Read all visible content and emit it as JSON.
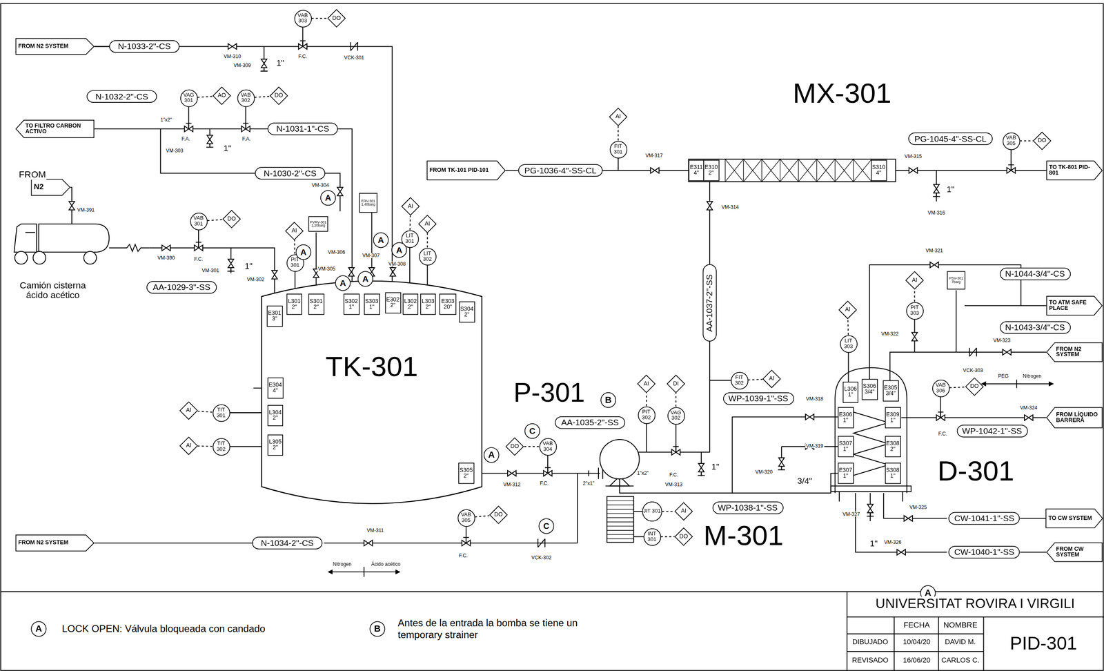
{
  "diagram": {
    "nodes": [
      {
        "text": [
          "FROM N2 SYSTEM"
        ]
      },
      {
        "text": [
          "TO FILTRO CARBON ACTIVO"
        ]
      },
      {
        "text": [
          "FROM TK-101 PID-101"
        ]
      },
      {
        "text": [
          "TO TK-801 PID-801"
        ]
      },
      {
        "text": [
          "TO ATM SAFE PLACE"
        ]
      },
      {
        "text": [
          "FROM N2 SYSTEM"
        ]
      },
      {
        "text": [
          "FROM LÍQUIDO BARRERA"
        ]
      },
      {
        "text": [
          "TO CW SYSTEM"
        ]
      },
      {
        "text": [
          "FROM CW SYSTEM"
        ]
      },
      {
        "text": [
          "FROM N2 SYSTEM"
        ]
      },
      {
        "text": [
          "N2"
        ]
      },
      {
        "text": [
          "N-1033-2\"-CS"
        ]
      },
      {
        "text": [
          "N-1032-2\"-CS"
        ]
      },
      {
        "text": [
          "N-1031-1\"-CS"
        ]
      },
      {
        "text": [
          "N-1030-2\"-CS"
        ]
      },
      {
        "text": [
          "AA-1029-3\"-SS"
        ]
      },
      {
        "text": [
          "PG-1036-4\"-SS-CL"
        ]
      },
      {
        "text": [
          "PG-1045-4\"-SS-CL"
        ]
      },
      {
        "text": [
          "N-1044-3/4\"-CS"
        ]
      },
      {
        "text": [
          "N-1043-3/4\"-CS"
        ]
      },
      {
        "text": [
          "WP-1039-1\"-SS"
        ]
      },
      {
        "text": [
          "WP-1042-1\"-SS"
        ]
      },
      {
        "text": [
          "AA-1035-2\"-SS"
        ]
      },
      {
        "text": [
          "WP-1038-1\"-SS"
        ]
      },
      {
        "text": [
          "CW-1041-1\"-SS"
        ]
      },
      {
        "text": [
          "CW-1040-1\"-SS"
        ]
      },
      {
        "text": [
          "N-1034-2\"-CS"
        ]
      },
      {
        "text": [
          "AA-1037-2\"-SS"
        ]
      },
      {
        "text": [
          "VAB 303"
        ]
      },
      {
        "text": [
          "DO"
        ]
      },
      {
        "text": [
          "VAG 301"
        ]
      },
      {
        "text": [
          "AO"
        ]
      },
      {
        "text": [
          "VAB 302"
        ]
      },
      {
        "text": [
          "DO"
        ]
      },
      {
        "text": [
          "VAB 301"
        ]
      },
      {
        "text": [
          "DO"
        ]
      },
      {
        "text": [
          "AI"
        ]
      },
      {
        "text": [
          "PIT 301"
        ]
      },
      {
        "text": [
          "AI"
        ]
      },
      {
        "text": [
          "LIT 301"
        ]
      },
      {
        "text": [
          "AI"
        ]
      },
      {
        "text": [
          "LIT 302"
        ]
      },
      {
        "text": [
          "AI"
        ]
      },
      {
        "text": [
          "FIT 301"
        ]
      },
      {
        "text": [
          "VAB 305"
        ]
      },
      {
        "text": [
          "DO"
        ]
      },
      {
        "text": [
          "AI"
        ]
      },
      {
        "text": [
          "PIT 303"
        ]
      },
      {
        "text": [
          "AI"
        ]
      },
      {
        "text": [
          "LIT 303"
        ]
      },
      {
        "text": [
          "VAB 306"
        ]
      },
      {
        "text": [
          "DO"
        ]
      },
      {
        "text": [
          "FIT 302"
        ]
      },
      {
        "text": [
          "AI"
        ]
      },
      {
        "text": [
          "AI"
        ]
      },
      {
        "text": [
          "DI"
        ]
      },
      {
        "text": [
          "PIT 302"
        ]
      },
      {
        "text": [
          "VAG 302"
        ]
      },
      {
        "text": [
          "DO"
        ]
      },
      {
        "text": [
          "VAB 304"
        ]
      },
      {
        "text": [
          "VAB 305"
        ]
      },
      {
        "text": [
          "DO"
        ]
      },
      {
        "text": [
          "AI"
        ]
      },
      {
        "text": [
          "TIT 301"
        ]
      },
      {
        "text": [
          "AI"
        ]
      },
      {
        "text": [
          "TIT 302"
        ]
      },
      {
        "text": [
          "JIT 301"
        ]
      },
      {
        "text": [
          "AI"
        ]
      },
      {
        "text": [
          "INT 301"
        ]
      },
      {
        "text": [
          "DO"
        ]
      },
      {
        "text": [
          "TK-301"
        ]
      },
      {
        "text": [
          "E301 3\""
        ],
        "in": 70
      },
      {
        "text": [
          "L301 2\""
        ],
        "in": 70
      },
      {
        "text": [
          "S301 2\""
        ],
        "in": 70
      },
      {
        "text": [
          "S302 1\""
        ],
        "in": 70
      },
      {
        "text": [
          "S303 1\""
        ],
        "in": 70
      },
      {
        "text": [
          "E302 2\""
        ],
        "in": 70
      },
      {
        "text": [
          "L302 2\""
        ],
        "in": 70
      },
      {
        "text": [
          "L303 2\""
        ],
        "in": 70
      },
      {
        "text": [
          "E303 20\""
        ],
        "in": 70
      },
      {
        "text": [
          "S304 2\""
        ],
        "in": 70
      },
      {
        "text": [
          "E304 4\""
        ],
        "in": 70
      },
      {
        "text": [
          "L304 2\""
        ],
        "in": 70
      },
      {
        "text": [
          "L305 2\""
        ],
        "in": 70
      },
      {
        "text": [
          "S305 2\""
        ],
        "in": 70
      },
      {
        "text": [
          "E311 4\""
        ]
      },
      {
        "text": [
          "E310 2\""
        ]
      },
      {
        "text": [
          "S310 4\""
        ]
      },
      {
        "text": [
          "L306 1\""
        ]
      },
      {
        "text": [
          "S306 3/4\""
        ]
      },
      {
        "text": [
          "E305 3/4\""
        ]
      },
      {
        "text": [
          "E306 1\""
        ]
      },
      {
        "text": [
          "E309 1\""
        ]
      },
      {
        "text": [
          "S307 1\""
        ]
      },
      {
        "text": [
          "E308 2\""
        ]
      },
      {
        "text": [
          "E307 1\""
        ]
      },
      {
        "text": [
          "S308 1\""
        ]
      },
      {
        "text": [
          "ERV-301 1,40barg"
        ]
      },
      {
        "text": [
          "PVRV-301 1,20barg"
        ]
      },
      {
        "text": [
          "PSV-301 7barg"
        ]
      }
    ],
    "edges": [
      {
        "from": 28,
        "to": 29,
        "arrow": "none"
      },
      {
        "from": 30,
        "to": 31,
        "arrow": "none"
      },
      {
        "from": 32,
        "to": 33,
        "arrow": "none"
      },
      {
        "from": 34,
        "to": 35,
        "arrow": "none"
      },
      {
        "from": 37,
        "to": 36,
        "arrow": "none"
      },
      {
        "from": 39,
        "to": 38,
        "arrow": "none"
      },
      {
        "from": 41,
        "to": 40,
        "arrow": "none"
      },
      {
        "from": 43,
        "to": 42,
        "arrow": "none"
      },
      {
        "from": 44,
        "to": 45,
        "arrow": "none"
      },
      {
        "from": 47,
        "to": 46,
        "arrow": "none"
      },
      {
        "from": 49,
        "to": 48,
        "arrow": "none"
      },
      {
        "from": 50,
        "to": 51,
        "arrow": "none"
      },
      {
        "from": 52,
        "to": 53,
        "arrow": "none"
      },
      {
        "from": 56,
        "to": 54,
        "arrow": "none"
      },
      {
        "from": 57,
        "to": 55,
        "arrow": "none"
      },
      {
        "from": 59,
        "to": 58,
        "arrow": "none"
      },
      {
        "from": 60,
        "to": 61,
        "arrow": "none"
      },
      {
        "from": 63,
        "to": 62,
        "arrow": "none"
      },
      {
        "from": 65,
        "to": 64,
        "arrow": "none"
      },
      {
        "from": 66,
        "to": 67,
        "arrow": "none"
      },
      {
        "from": 68,
        "to": 69,
        "arrow": "none"
      },
      {
        "from": 0,
        "to": 11,
        "arrow": "none"
      },
      {
        "from": 2,
        "to": 16,
        "arrow": "none"
      },
      {
        "from": 9,
        "to": 26,
        "arrow": "none"
      },
      {
        "from": 24,
        "to": 7,
        "arrow": "none"
      },
      {
        "from": 8,
        "to": 25,
        "arrow": "none"
      }
    ],
    "labels": [
      "VM-310",
      "VM-309",
      "1\"",
      "F.C.",
      "VCK-301",
      "1\"x2\"",
      "F.A.",
      "VM-303",
      "1\"",
      "F.A.",
      "FROM",
      "VM-391",
      "Camión cisterna ácido acético",
      "VM-390",
      "F.C.",
      "VM-301",
      "1\"",
      "VM-302",
      "VM-304",
      "VM-306",
      "VM-305",
      "VM-307",
      "VM-308",
      "A",
      "A",
      "A",
      "A",
      "A",
      "A",
      "A",
      "A",
      "P-301",
      "B",
      "C",
      "VM-312",
      "F.C.",
      "2\"x1\"",
      "1\"x2\"",
      "F.C.",
      "VM-313",
      "1\"",
      "C",
      "VM-311",
      "Nitrogen",
      "Ácido acético",
      "F.C.",
      "VCK-302",
      "M-301",
      "MX-301",
      "VM-317",
      "VM-314",
      "VM-315",
      "1\"",
      "VM-316",
      "VM-321",
      "VM-322",
      "VCK-303",
      "VM-323",
      "PEG",
      "Nitrogen",
      "VM-318",
      "VM-319",
      "VM-320",
      "3/4\"",
      "F.C.",
      "VM-324",
      "D-301",
      "VM-325",
      "VM-327",
      "1\"",
      "VM-326",
      "A",
      "B",
      "UNIVERSITAT ROVIRA I VIRGILI",
      "FECHA",
      "NOMBRE",
      "DIBUJADO",
      "10/04/20",
      "DAVID M.",
      "REVISADO",
      "16/06/20",
      "CARLOS C.",
      "PID-301"
    ],
    "legend": [
      {
        "text": "LOCK OPEN: Válvula bloqueada con candado"
      },
      {
        "text": "Antes de la entrada la bomba se tiene un temporary strainer"
      }
    ]
  }
}
